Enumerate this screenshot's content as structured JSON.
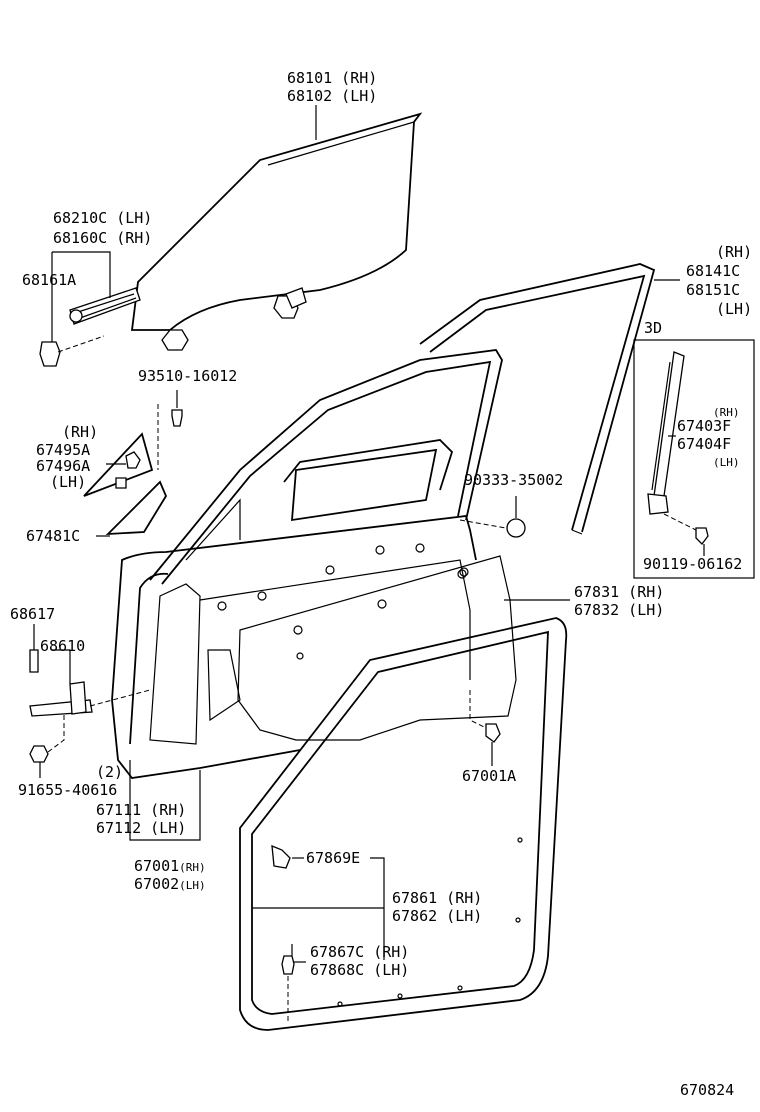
{
  "labels": {
    "glass": [
      "68101 (RH)",
      "68102 (LH)"
    ],
    "run_channel": [
      "68210C (LH)",
      "68160C (RH)"
    ],
    "clip_68161a": "68161A",
    "screw_93510": "93510-16012",
    "weatherstrip_68141": [
      "(RH)",
      "68141C",
      "68151C",
      "(LH)"
    ],
    "inset_title": "3D",
    "inset_part": [
      "(RH)",
      "67403F",
      "67404F",
      "(LH)"
    ],
    "inset_screw": "90119-06162",
    "quarter_glass": [
      "(RH)",
      "67495A",
      "67496A",
      "(LH)"
    ],
    "corner_67481c": "67481C",
    "plug_90333": "90333-35002",
    "pin_68617": "68617",
    "check_68610": "68610",
    "hole_cover": [
      "67831 (RH)",
      "67832 (LH)"
    ],
    "bolt_91655": [
      "(2)",
      "91655-40616"
    ],
    "panel_67111": [
      "67111 (RH)",
      "67112 (LH)"
    ],
    "door_assy": [
      {
        "num": "67001",
        "side": "(RH)"
      },
      {
        "num": "67002",
        "side": "(LH)"
      }
    ],
    "clip_67001a": "67001A",
    "clip_67869e": "67869E",
    "weatherstrip_67861": [
      "67861 (RH)",
      "67862 (LH)"
    ],
    "clip_67867c": [
      "67867C (RH)",
      "67868C (LH)"
    ],
    "figure_no": "670824"
  }
}
